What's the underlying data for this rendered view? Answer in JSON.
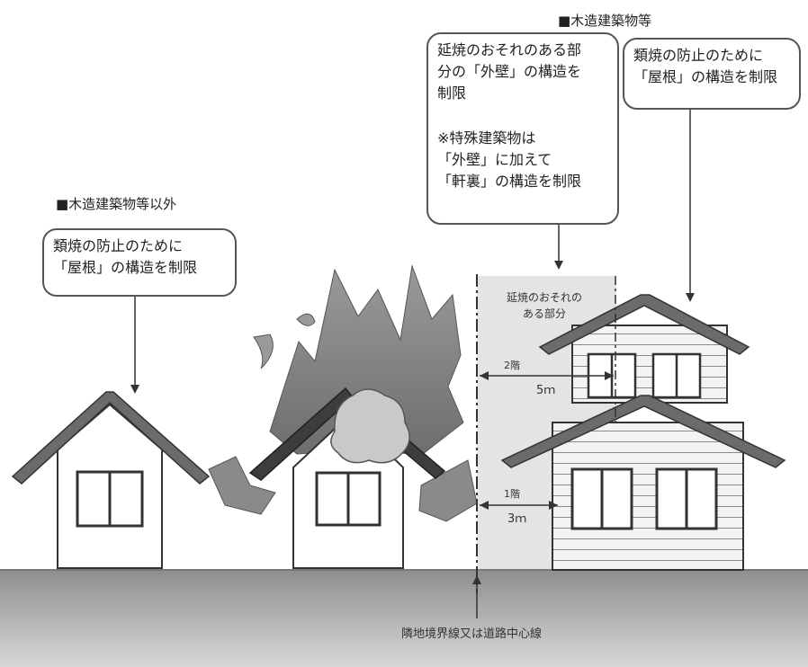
{
  "headings": {
    "left": "■木造建築物等以外",
    "right": "■木造建築物等"
  },
  "callouts": {
    "left_roof": [
      "類焼の防止のために",
      "「屋根」の構造を制限"
    ],
    "center_wall": [
      "延焼のおそれのある部",
      "分の「外壁」の構造を",
      "制限"
    ],
    "center_special": [
      "※特殊建築物は",
      "「外壁」に加えて",
      "「軒裏」の構造を制限"
    ],
    "right_roof": [
      "類焼の防止のために",
      "「屋根」の構造を制限"
    ]
  },
  "zone": {
    "label_line1": "延焼のおそれの",
    "label_line2": "ある部分"
  },
  "dimensions": {
    "second_floor": "2階",
    "second_floor_distance": "5ｍ",
    "first_floor": "1階",
    "first_floor_distance": "3ｍ"
  },
  "boundary_label": "隣地境界線又は道路中心線",
  "colors": {
    "ground": "#9b9b9b",
    "zone_shade": "#e4e4e4",
    "flame": "#8a8a8a",
    "roof": "#6b6b6b",
    "outline": "#333333"
  }
}
